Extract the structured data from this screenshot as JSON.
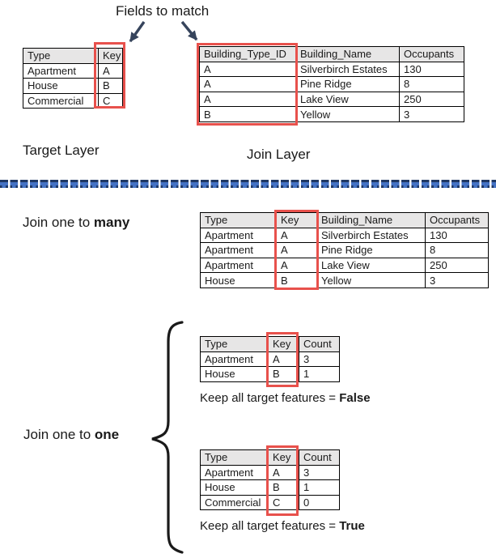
{
  "title": "Fields to match",
  "labels": {
    "target_layer": "Target Layer",
    "join_layer": "Join Layer",
    "join_many_prefix": "Join one to ",
    "join_many_bold": "many",
    "join_one_prefix": "Join one to ",
    "join_one_bold": "one",
    "keep_false_prefix": "Keep all target features = ",
    "keep_false_bold": "False",
    "keep_true_prefix": "Keep all target features = ",
    "keep_true_bold": "True"
  },
  "colors": {
    "highlight_red": "#e8514c",
    "table_header_gray": "#e7e6e6",
    "divider_blue": "#4472c4",
    "divider_navy": "#1f3864",
    "arrow_navy": "#36445c"
  },
  "icons": {
    "left_arrow": "down-left-arrow-icon",
    "right_arrow": "down-right-arrow-icon",
    "brace": "curly-brace-icon"
  },
  "tables": {
    "target": {
      "headers": [
        "Type",
        "Key"
      ],
      "rows": [
        [
          "Apartment",
          "A"
        ],
        [
          "House",
          "B"
        ],
        [
          "Commercial",
          "C"
        ]
      ]
    },
    "join": {
      "headers": [
        "Building_Type_ID",
        "Building_Name",
        "Occupants"
      ],
      "rows": [
        [
          "A",
          "Silverbirch Estates",
          "130"
        ],
        [
          "A",
          "Pine Ridge",
          "8"
        ],
        [
          "A",
          "Lake View",
          "250"
        ],
        [
          "B",
          "Yellow",
          "3"
        ]
      ]
    },
    "one_to_many": {
      "headers": [
        "Type",
        "Key",
        "Building_Name",
        "Occupants"
      ],
      "rows": [
        [
          "Apartment",
          "A",
          "Silverbirch Estates",
          "130"
        ],
        [
          "Apartment",
          "A",
          "Pine Ridge",
          "8"
        ],
        [
          "Apartment",
          "A",
          "Lake View",
          "250"
        ],
        [
          "House",
          "B",
          "Yellow",
          "3"
        ]
      ]
    },
    "one_to_one_false": {
      "headers": [
        "Type",
        "Key",
        "Count"
      ],
      "rows": [
        [
          "Apartment",
          "A",
          "3"
        ],
        [
          "House",
          "B",
          "1"
        ]
      ]
    },
    "one_to_one_true": {
      "headers": [
        "Type",
        "Key",
        "Count"
      ],
      "rows": [
        [
          "Apartment",
          "A",
          "3"
        ],
        [
          "House",
          "B",
          "1"
        ],
        [
          "Commercial",
          "C",
          "0"
        ]
      ]
    }
  }
}
